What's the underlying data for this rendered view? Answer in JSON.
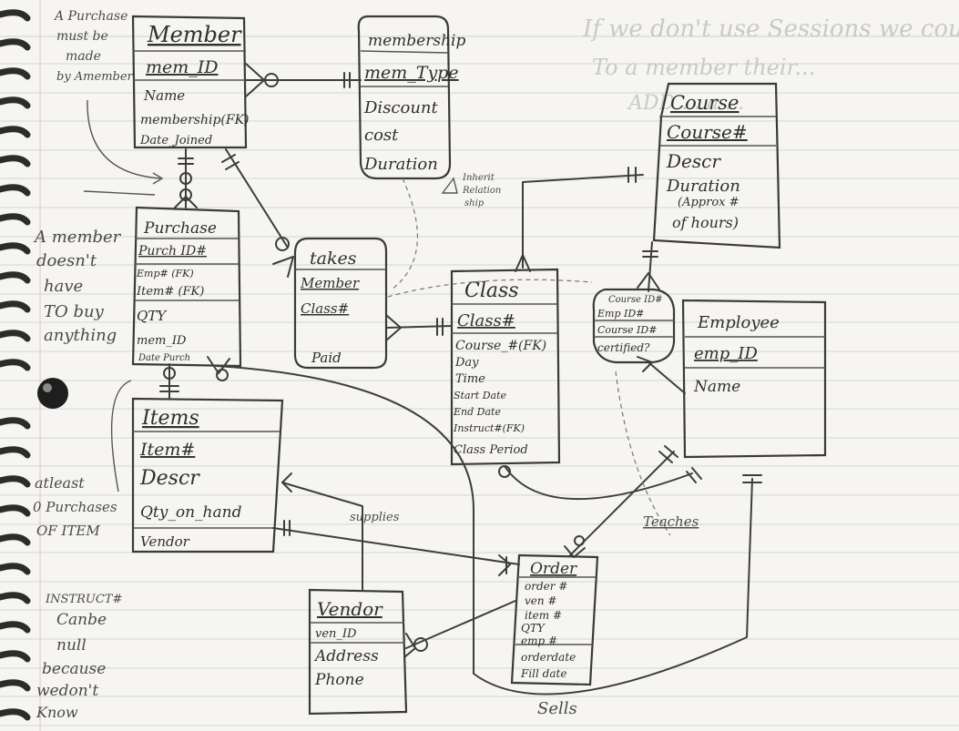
{
  "page_notes": {
    "purchase_note": [
      "A Purchase",
      "must be",
      "made",
      "by Amember"
    ],
    "member_note": [
      "A member",
      "doesn't",
      "have",
      "TO buy",
      "anything"
    ],
    "items_note": [
      "atleast",
      "0 Purchases",
      "OF ITEM"
    ],
    "null_note": [
      "INSTRUCT#",
      "Canbe",
      "null",
      "because",
      "wedon't",
      "Know"
    ],
    "top_right": [
      "If we don't use Sessions we could not",
      "To a member their...",
      "ADD ... a ..."
    ]
  },
  "entities": {
    "member": {
      "title": "Member",
      "pk": "mem_ID",
      "attrs": [
        "Name",
        "membership(FK)",
        "Date_Joined"
      ]
    },
    "membership": {
      "title": "membership",
      "pk": "mem_Type",
      "attrs": [
        "Discount",
        "cost",
        "Duration"
      ]
    },
    "course": {
      "title": "Course",
      "pk": "Course#",
      "attrs": [
        "Descr",
        "Duration",
        "(Approx #",
        "of hours)"
      ]
    },
    "purchase": {
      "title": "Purchase",
      "pk": "Purch ID#",
      "attrs": [
        "Emp# (FK)",
        "Item# (FK)",
        "QTY",
        "mem_ID",
        "Date Purch"
      ]
    },
    "takes": {
      "title": "takes",
      "pk": "Member",
      "attrs": [
        "Class#",
        "Paid"
      ]
    },
    "class": {
      "title": "Class",
      "pk": "Class#",
      "attrs": [
        "Course_#(FK)",
        "Day",
        "Time",
        "Start Date",
        "End Date",
        "Instruct#(FK)",
        "Class Period"
      ]
    },
    "certified": {
      "attrs": [
        "Course ID#",
        "Emp ID#",
        "Course ID#",
        "certified?"
      ]
    },
    "employee": {
      "title": "Employee",
      "pk": "emp_ID",
      "attrs": [
        "Name"
      ]
    },
    "items": {
      "title": "Items",
      "pk": "Item#",
      "attrs": [
        "Descr",
        "Qty_on_hand",
        "Vendor"
      ]
    },
    "order": {
      "title": "Order",
      "pk": "order #",
      "attrs": [
        "ven #",
        "item #",
        "QTY",
        "emp #",
        "orderdate",
        "Fill date"
      ]
    },
    "vendor": {
      "title": "Vendor",
      "pk": "ven_ID",
      "attrs": [
        "Address",
        "Phone"
      ]
    }
  },
  "relationship_labels": {
    "inherit": [
      "Inherit",
      "Relation",
      "ship"
    ],
    "supplies": "supplies",
    "teaches": "Teaches",
    "sells": "Sells"
  }
}
